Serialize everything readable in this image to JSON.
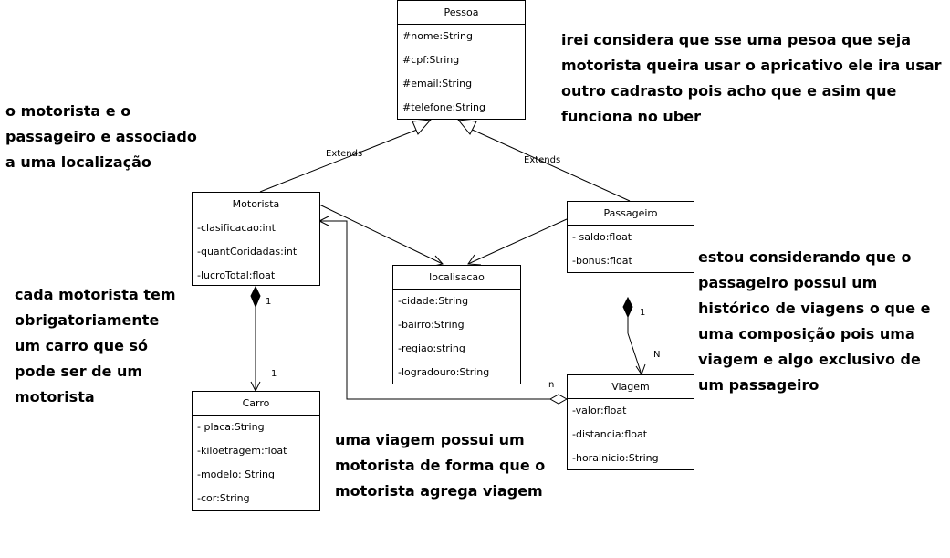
{
  "classes": {
    "pessoa": {
      "name": "Pessoa",
      "attributes": [
        "#nome:String",
        "#cpf:String",
        "#email:String",
        "#telefone:String"
      ]
    },
    "motorista": {
      "name": "Motorista",
      "attributes": [
        "-clasificacao:int",
        "-quantCoridadas:int",
        "-lucroTotal:float"
      ]
    },
    "passageiro": {
      "name": "Passageiro",
      "attributes": [
        "- saldo:float",
        "-bonus:float"
      ]
    },
    "localisacao": {
      "name": "localisacao",
      "attributes": [
        "-cidade:String",
        "-bairro:String",
        "-regiao:string",
        "-logradouro:String"
      ]
    },
    "carro": {
      "name": "Carro",
      "attributes": [
        "- placa:String",
        "-kiloetragem:float",
        "-modelo: String",
        "-cor:String"
      ]
    },
    "viagem": {
      "name": "Viagem",
      "attributes": [
        "-valor:float",
        "-distancia:float",
        "-horaInicio:String"
      ]
    }
  },
  "edge_labels": {
    "extends_motorista": "Extends",
    "extends_passageiro": "Extends",
    "motorista_carro_source": "1",
    "motorista_carro_target": "1",
    "passageiro_viagem_source": "1",
    "passageiro_viagem_target": "N",
    "viagem_motorista_n": "n"
  },
  "notes": {
    "top_right": [
      "irei considera que sse uma pesoa que seja",
      "motorista queira usar o apricativo ele ira usar",
      "outro cadrasto pois acho que e asim que",
      "funciona no uber"
    ],
    "top_left": [
      "o motorista e o",
      "passageiro e associado",
      "a uma localização"
    ],
    "mid_left": [
      "cada motorista tem",
      "obrigatoriamente",
      "um carro que só",
      "pode ser de um",
      "motorista"
    ],
    "right": [
      "estou considerando que o",
      "passageiro possui um",
      "histórico de viagens o que e",
      "uma composição pois uma",
      "viagem e algo exclusivo de",
      "um passageiro"
    ],
    "bottom": [
      "uma viagem possui um",
      "motorista de forma que o",
      "motorista agrega viagem"
    ]
  },
  "colors": {
    "line": "#000000",
    "background": "#ffffff",
    "text": "#000000"
  }
}
